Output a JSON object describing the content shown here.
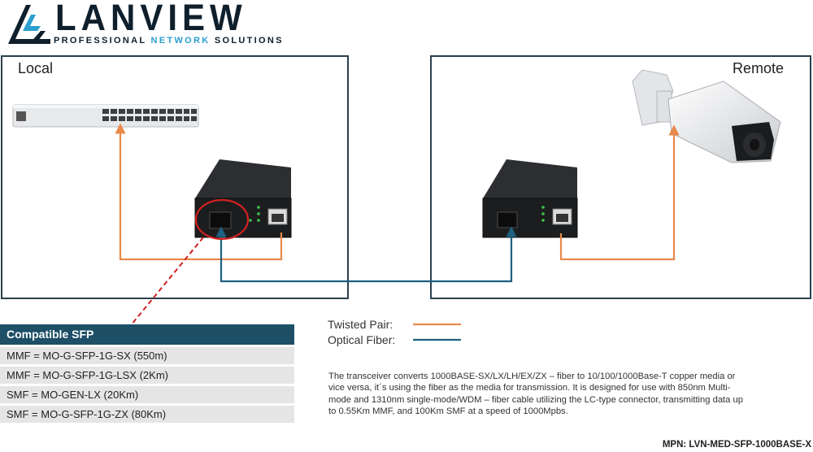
{
  "brand": {
    "name": "LANVIEW",
    "tagline_part1": "PROFESSIONAL",
    "tagline_part2": "NETWORK",
    "tagline_part3": "SOLUTIONS"
  },
  "panels": {
    "local": {
      "label": "Local"
    },
    "remote": {
      "label": "Remote"
    }
  },
  "legend": {
    "twisted_pair": {
      "label": "Twisted Pair:",
      "color": "#e8894a"
    },
    "optical_fiber": {
      "label": "Optical Fiber:",
      "color": "#1f6080"
    }
  },
  "sfp": {
    "header": "Compatible SFP",
    "rows": [
      "MMF = MO-G-SFP-1G-SX (550m)",
      "MMF = MO-G-SFP-1G-LSX (2Km)",
      "SMF = MO-GEN-LX (20Km)",
      "SMF = MO-G-SFP-1G-ZX (80Km)"
    ]
  },
  "description": "The transceiver  converts 1000BASE-SX/LX/LH/EX/ZX – fiber to 10/100/1000Base-T copper media or vice versa, it´s using the fiber as the media for transmission. It is designed for use with 850nm Multi-mode and 1310nm single-mode/WDM – fiber cable utilizing the LC-type connector, transmitting data up to 0.55Km MMF, and 100Km SMF at a speed of 1000Mpbs.",
  "mpn": "MPN: LVN-MED-SFP-1000BASE-X",
  "colors": {
    "dark_navy": "#0f1f2c",
    "accent_blue": "#2c9fd0",
    "table_header": "#1d4f67",
    "highlight_red": "#d42020"
  },
  "icons": {
    "switch": "network-switch",
    "converter": "media-converter",
    "camera": "bullet-camera"
  }
}
